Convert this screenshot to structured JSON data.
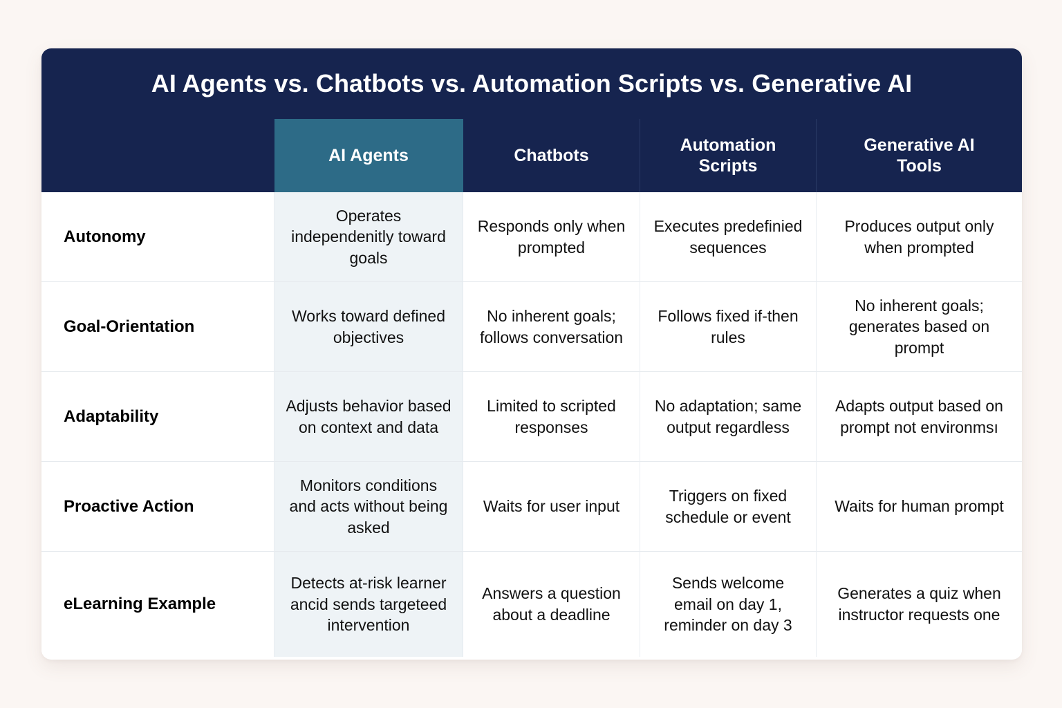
{
  "title": "AI Agents vs. Chatbots vs. Automation Scripts vs. Generative AI",
  "colors": {
    "header_navy": "#16244f",
    "highlight_teal": "#2d6b87",
    "highlight_cell": "#eef3f6",
    "page_background": "#fbf6f3"
  },
  "table": {
    "corner_label": "",
    "columns": [
      {
        "label": "AI Agents",
        "highlighted": true
      },
      {
        "label": "Chatbots",
        "highlighted": false
      },
      {
        "label": "Automation\nScripts",
        "highlighted": false
      },
      {
        "label": "Generative AI\nTools",
        "highlighted": false
      }
    ],
    "column_labels": {
      "ai_agents": "AI Agents",
      "chatbots": "Chatbots",
      "automation_scripts_line1": "Automation",
      "automation_scripts_line2": "Scripts",
      "generative_ai_line1": "Generative AI",
      "generative_ai_line2": "Tools"
    },
    "rows": [
      {
        "label": "Autonomy",
        "ai_agents": "Operates independenitly toward goals",
        "chatbots": "Responds only when prompted",
        "automation_scripts": "Executes predefinied sequences",
        "generative_ai": "Produces output only when prompted"
      },
      {
        "label": "Goal-Orientation",
        "ai_agents": "Works toward defined objectives",
        "chatbots": "No inherent goals; follows conversation",
        "automation_scripts": "Follows fixed if-then rules",
        "generative_ai": "No inherent goals; generates based on prompt"
      },
      {
        "label": "Adaptability",
        "ai_agents": "Adjusts behavior based on context and data",
        "chatbots": "Limited to scripted responses",
        "automation_scripts": "No adaptation; same output regardless",
        "generative_ai": "Adapts output based on prompt not environmsı"
      },
      {
        "label": "Proactive Action",
        "ai_agents": "Monitors conditions and acts without being asked",
        "chatbots": "Waits for user input",
        "automation_scripts": "Triggers on fixed schedule or event",
        "generative_ai": "Waits for human prompt"
      },
      {
        "label": "eLearning Example",
        "ai_agents": "Detects at-risk learner ancid sends targeteed intervention",
        "chatbots": "Answers a question about a deadline",
        "automation_scripts": "Sends welcome email on day 1, reminder on day 3",
        "generative_ai": "Generates a quiz when instructor requests one"
      }
    ]
  }
}
